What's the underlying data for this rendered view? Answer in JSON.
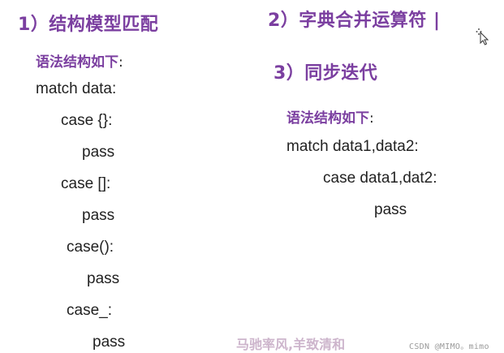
{
  "section1": {
    "heading": "1）结构模型匹配",
    "syntax_label": "语法结构如下",
    "syntax_colon": ":",
    "code_lines": [
      "match data:",
      "case {}:",
      "pass",
      "case []:",
      "pass",
      "case():",
      "pass",
      "case_:",
      "pass"
    ]
  },
  "section2": {
    "heading": "2）字典合并运算符 |"
  },
  "section3": {
    "heading": "3）同步迭代",
    "syntax_label": "语法结构如下",
    "syntax_colon": ":",
    "code_lines": [
      "match data1,data2:",
      "case data1,dat2:",
      "pass"
    ]
  },
  "footer": {
    "motto": "马驰率风,羊致清和",
    "watermark": "CSDN @MIMO。mimo"
  },
  "colors": {
    "heading": "#7b3fa0",
    "code": "#222222",
    "motto": "#cdb5cc",
    "watermark": "#9a9a9a"
  }
}
